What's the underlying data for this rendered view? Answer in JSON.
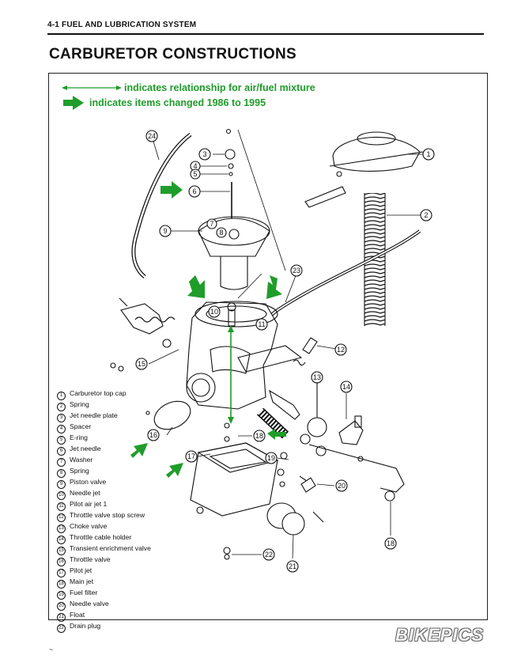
{
  "header": {
    "section": "4-1  FUEL AND LUBRICATION SYSTEM"
  },
  "title": "CARBURETOR CONSTRUCTIONS",
  "legend": {
    "relationship_text": "indicates relationship for air/fuel mixture",
    "changed_text": "indicates items changed 1986 to 1995",
    "color": "#1f9d2a"
  },
  "callouts": [
    "1",
    "2",
    "3",
    "4",
    "5",
    "6",
    "7",
    "8",
    "9",
    "10",
    "11",
    "12",
    "13",
    "14",
    "15",
    "16",
    "17",
    "18",
    "19",
    "20",
    "21",
    "22",
    "23",
    "24"
  ],
  "parts": [
    {
      "num": "1",
      "name": "Carburetor top cap"
    },
    {
      "num": "2",
      "name": "Spring"
    },
    {
      "num": "3",
      "name": "Jet needle plate"
    },
    {
      "num": "4",
      "name": "Spacer"
    },
    {
      "num": "5",
      "name": "E-ring"
    },
    {
      "num": "6",
      "name": "Jet needle"
    },
    {
      "num": "7",
      "name": "Washer"
    },
    {
      "num": "8",
      "name": "Spring"
    },
    {
      "num": "9",
      "name": "Piston valve"
    },
    {
      "num": "10",
      "name": "Needle jet"
    },
    {
      "num": "11",
      "name": "Pilot air jet 1"
    },
    {
      "num": "12",
      "name": "Throttle valve stop screw"
    },
    {
      "num": "13",
      "name": "Choke valve"
    },
    {
      "num": "14",
      "name": "Throttle cable holder"
    },
    {
      "num": "15",
      "name": "Transient enrichment valve"
    },
    {
      "num": "16",
      "name": "Throttle valve"
    },
    {
      "num": "17",
      "name": "Pilot jet"
    },
    {
      "num": "18",
      "name": "Main jet"
    },
    {
      "num": "19",
      "name": "Fuel filter"
    },
    {
      "num": "20",
      "name": "Needle valve"
    },
    {
      "num": "21",
      "name": "Float"
    },
    {
      "num": "22",
      "name": "Drain plug"
    }
  ],
  "watermark": "BIKEPICS",
  "corner_mark": "~"
}
